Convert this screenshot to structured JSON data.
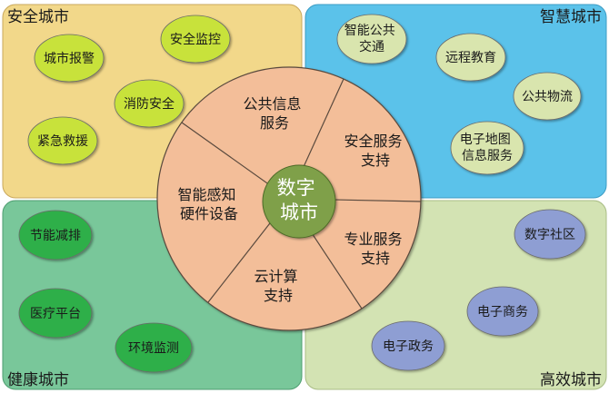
{
  "quadrants": {
    "top_left": {
      "title": "安全城市",
      "fill": "#F2D88A",
      "items": [
        "城市报警",
        "安全监控",
        "消防安全",
        "紧急救援"
      ],
      "item_fill": "#C8E23A"
    },
    "top_right": {
      "title": "智慧城市",
      "fill": "#5BC2EA",
      "items": [
        "智能公共|交通",
        "远程教育",
        "公共物流",
        "电子地图|信息服务"
      ],
      "item_fill": "#D9E5AE"
    },
    "bottom_left": {
      "title": "健康城市",
      "fill": "#79C79A",
      "items": [
        "节能减排",
        "医疗平台",
        "环境监测"
      ],
      "item_fill": "#2FAF4A"
    },
    "bottom_right": {
      "title": "高效城市",
      "fill": "#D3E3B3",
      "items": [
        "数字社区",
        "电子商务",
        "电子政务"
      ],
      "item_fill": "#8E9ED3"
    }
  },
  "wheel": {
    "fill": "#F3BE99",
    "segments": [
      "公共信息|服务",
      "安全服务|支持",
      "专业服务|支持",
      "云计算|支持",
      "智能感知|硬件设备"
    ],
    "center": "数字|城市",
    "center_fill": "#7FA04A"
  }
}
